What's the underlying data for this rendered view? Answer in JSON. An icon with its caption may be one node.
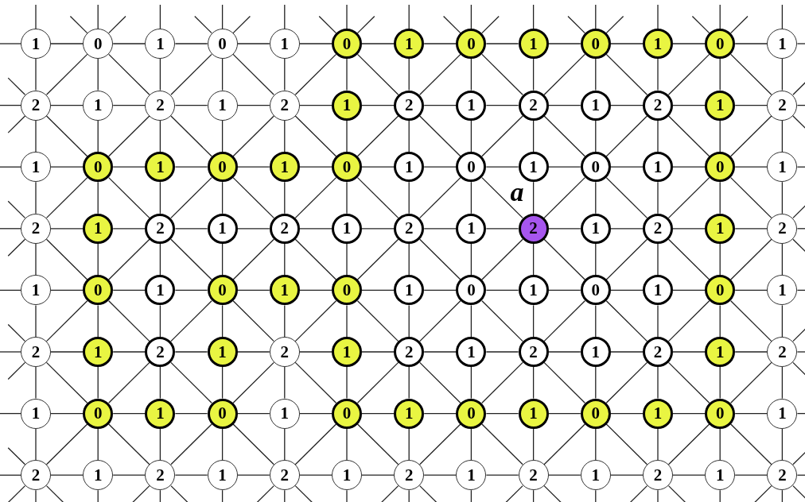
{
  "diagram": {
    "nodes": [
      {
        "text": [
          "1"
        ]
      },
      {
        "text": [
          "0"
        ]
      },
      {
        "text": [
          "1"
        ]
      },
      {
        "text": [
          "0"
        ]
      },
      {
        "text": [
          "1"
        ]
      },
      {
        "text": [
          "0"
        ]
      },
      {
        "text": [
          "1"
        ]
      },
      {
        "text": [
          "0"
        ]
      },
      {
        "text": [
          "1"
        ]
      },
      {
        "text": [
          "0"
        ]
      },
      {
        "text": [
          "1"
        ]
      },
      {
        "text": [
          "0"
        ]
      },
      {
        "text": [
          "1"
        ]
      },
      {
        "text": [
          "2"
        ]
      },
      {
        "text": [
          "1"
        ]
      },
      {
        "text": [
          "2"
        ]
      },
      {
        "text": [
          "1"
        ]
      },
      {
        "text": [
          "2"
        ]
      },
      {
        "text": [
          "1"
        ]
      },
      {
        "text": [
          "2"
        ]
      },
      {
        "text": [
          "1"
        ]
      },
      {
        "text": [
          "2"
        ]
      },
      {
        "text": [
          "1"
        ]
      },
      {
        "text": [
          "2"
        ]
      },
      {
        "text": [
          "1"
        ]
      },
      {
        "text": [
          "2"
        ]
      },
      {
        "text": [
          "1"
        ]
      },
      {
        "text": [
          "0"
        ]
      },
      {
        "text": [
          "1"
        ]
      },
      {
        "text": [
          "0"
        ]
      },
      {
        "text": [
          "1"
        ]
      },
      {
        "text": [
          "0"
        ]
      },
      {
        "text": [
          "1"
        ]
      },
      {
        "text": [
          "0"
        ]
      },
      {
        "text": [
          "1"
        ]
      },
      {
        "text": [
          "0"
        ]
      },
      {
        "text": [
          "1"
        ]
      },
      {
        "text": [
          "0"
        ]
      },
      {
        "text": [
          "1"
        ]
      },
      {
        "text": [
          "2"
        ]
      },
      {
        "text": [
          "1"
        ]
      },
      {
        "text": [
          "2"
        ]
      },
      {
        "text": [
          "1"
        ]
      },
      {
        "text": [
          "2"
        ]
      },
      {
        "text": [
          "1"
        ]
      },
      {
        "text": [
          "2"
        ]
      },
      {
        "text": [
          "1"
        ]
      },
      {
        "text": [
          "2"
        ],
        "beside": [
          "a"
        ]
      },
      {
        "text": [
          "1"
        ]
      },
      {
        "text": [
          "2"
        ]
      },
      {
        "text": [
          "1"
        ]
      },
      {
        "text": [
          "2"
        ]
      },
      {
        "text": [
          "1"
        ]
      },
      {
        "text": [
          "0"
        ]
      },
      {
        "text": [
          "1"
        ]
      },
      {
        "text": [
          "0"
        ]
      },
      {
        "text": [
          "1"
        ]
      },
      {
        "text": [
          "0"
        ]
      },
      {
        "text": [
          "1"
        ]
      },
      {
        "text": [
          "0"
        ]
      },
      {
        "text": [
          "1"
        ]
      },
      {
        "text": [
          "0"
        ]
      },
      {
        "text": [
          "1"
        ]
      },
      {
        "text": [
          "0"
        ]
      },
      {
        "text": [
          "1"
        ]
      },
      {
        "text": [
          "2"
        ]
      },
      {
        "text": [
          "1"
        ]
      },
      {
        "text": [
          "2"
        ]
      },
      {
        "text": [
          "1"
        ]
      },
      {
        "text": [
          "2"
        ]
      },
      {
        "text": [
          "1"
        ]
      },
      {
        "text": [
          "2"
        ]
      },
      {
        "text": [
          "1"
        ]
      },
      {
        "text": [
          "2"
        ]
      },
      {
        "text": [
          "1"
        ]
      },
      {
        "text": [
          "2"
        ]
      },
      {
        "text": [
          "1"
        ]
      },
      {
        "text": [
          "2"
        ]
      },
      {
        "text": [
          "1"
        ]
      },
      {
        "text": [
          "0"
        ]
      },
      {
        "text": [
          "1"
        ]
      },
      {
        "text": [
          "0"
        ]
      },
      {
        "text": [
          "1"
        ]
      },
      {
        "text": [
          "0"
        ]
      },
      {
        "text": [
          "1"
        ]
      },
      {
        "text": [
          "0"
        ]
      },
      {
        "text": [
          "1"
        ]
      },
      {
        "text": [
          "0"
        ]
      },
      {
        "text": [
          "1"
        ]
      },
      {
        "text": [
          "0"
        ]
      },
      {
        "text": [
          "1"
        ]
      },
      {
        "text": [
          "2"
        ]
      },
      {
        "text": [
          "1"
        ]
      },
      {
        "text": [
          "2"
        ]
      },
      {
        "text": [
          "1"
        ]
      },
      {
        "text": [
          "2"
        ]
      },
      {
        "text": [
          "1"
        ]
      },
      {
        "text": [
          "2"
        ]
      },
      {
        "text": [
          "1"
        ]
      },
      {
        "text": [
          "2"
        ]
      },
      {
        "text": [
          "1"
        ]
      },
      {
        "text": [
          "2"
        ]
      },
      {
        "text": [
          "1"
        ]
      },
      {
        "text": [
          "2"
        ]
      }
    ],
    "edges": [
      {
        "from": 0,
        "to": null,
        "arrow": "none"
      },
      {
        "from": 0,
        "to": null,
        "arrow": "none"
      },
      {
        "from": 0,
        "to": 1,
        "arrow": "none"
      },
      {
        "from": 0,
        "to": 13,
        "arrow": "none"
      },
      {
        "from": 1,
        "to": null,
        "arrow": "none"
      },
      {
        "from": 1,
        "to": null,
        "arrow": "none"
      },
      {
        "from": 1,
        "to": null,
        "arrow": "none"
      },
      {
        "from": 1,
        "to": 2,
        "arrow": "none"
      },
      {
        "from": 1,
        "to": 13,
        "arrow": "none"
      },
      {
        "from": 1,
        "to": 14,
        "arrow": "none"
      },
      {
        "from": 1,
        "to": 15,
        "arrow": "none"
      },
      {
        "from": 2,
        "to": null,
        "arrow": "none"
      },
      {
        "from": 2,
        "to": 3,
        "arrow": "none"
      },
      {
        "from": 2,
        "to": 15,
        "arrow": "none"
      },
      {
        "from": 3,
        "to": null,
        "arrow": "none"
      },
      {
        "from": 3,
        "to": null,
        "arrow": "none"
      },
      {
        "from": 3,
        "to": null,
        "arrow": "none"
      },
      {
        "from": 3,
        "to": 4,
        "arrow": "none"
      },
      {
        "from": 3,
        "to": 15,
        "arrow": "none"
      },
      {
        "from": 3,
        "to": 16,
        "arrow": "none"
      },
      {
        "from": 3,
        "to": 17,
        "arrow": "none"
      },
      {
        "from": 4,
        "to": null,
        "arrow": "none"
      },
      {
        "from": 4,
        "to": 5,
        "arrow": "none"
      },
      {
        "from": 4,
        "to": 17,
        "arrow": "none"
      },
      {
        "from": 5,
        "to": null,
        "arrow": "none"
      },
      {
        "from": 5,
        "to": null,
        "arrow": "none"
      },
      {
        "from": 5,
        "to": null,
        "arrow": "none"
      },
      {
        "from": 5,
        "to": 6,
        "arrow": "none"
      },
      {
        "from": 5,
        "to": 17,
        "arrow": "none"
      },
      {
        "from": 5,
        "to": 18,
        "arrow": "none"
      },
      {
        "from": 5,
        "to": 19,
        "arrow": "none"
      },
      {
        "from": 6,
        "to": null,
        "arrow": "none"
      },
      {
        "from": 6,
        "to": 7,
        "arrow": "none"
      },
      {
        "from": 6,
        "to": 19,
        "arrow": "none"
      },
      {
        "from": 7,
        "to": null,
        "arrow": "none"
      },
      {
        "from": 7,
        "to": null,
        "arrow": "none"
      },
      {
        "from": 7,
        "to": null,
        "arrow": "none"
      },
      {
        "from": 7,
        "to": 8,
        "arrow": "none"
      },
      {
        "from": 7,
        "to": 19,
        "arrow": "none"
      },
      {
        "from": 7,
        "to": 20,
        "arrow": "none"
      },
      {
        "from": 7,
        "to": 21,
        "arrow": "none"
      },
      {
        "from": 8,
        "to": null,
        "arrow": "none"
      },
      {
        "from": 8,
        "to": 9,
        "arrow": "none"
      },
      {
        "from": 8,
        "to": 21,
        "arrow": "none"
      },
      {
        "from": 9,
        "to": null,
        "arrow": "none"
      },
      {
        "from": 9,
        "to": null,
        "arrow": "none"
      },
      {
        "from": 9,
        "to": null,
        "arrow": "none"
      },
      {
        "from": 9,
        "to": 10,
        "arrow": "none"
      },
      {
        "from": 9,
        "to": 21,
        "arrow": "none"
      },
      {
        "from": 9,
        "to": 22,
        "arrow": "none"
      },
      {
        "from": 9,
        "to": 23,
        "arrow": "none"
      },
      {
        "from": 10,
        "to": null,
        "arrow": "none"
      },
      {
        "from": 10,
        "to": 11,
        "arrow": "none"
      },
      {
        "from": 10,
        "to": 23,
        "arrow": "none"
      },
      {
        "from": 11,
        "to": null,
        "arrow": "none"
      },
      {
        "from": 11,
        "to": null,
        "arrow": "none"
      },
      {
        "from": 11,
        "to": null,
        "arrow": "none"
      },
      {
        "from": 11,
        "to": 12,
        "arrow": "none"
      },
      {
        "from": 11,
        "to": 23,
        "arrow": "none"
      },
      {
        "from": 11,
        "to": 24,
        "arrow": "none"
      },
      {
        "from": 11,
        "to": 25,
        "arrow": "none"
      },
      {
        "from": 12,
        "to": null,
        "arrow": "none"
      },
      {
        "from": 12,
        "to": null,
        "arrow": "none"
      },
      {
        "from": 12,
        "to": 25,
        "arrow": "none"
      },
      {
        "from": 13,
        "to": null,
        "arrow": "none"
      },
      {
        "from": 13,
        "to": null,
        "arrow": "none"
      },
      {
        "from": 13,
        "to": null,
        "arrow": "none"
      },
      {
        "from": 13,
        "to": 14,
        "arrow": "none"
      },
      {
        "from": 13,
        "to": 26,
        "arrow": "none"
      },
      {
        "from": 13,
        "to": 27,
        "arrow": "none"
      },
      {
        "from": 14,
        "to": 15,
        "arrow": "none"
      },
      {
        "from": 14,
        "to": 27,
        "arrow": "none"
      },
      {
        "from": 15,
        "to": 16,
        "arrow": "none"
      },
      {
        "from": 15,
        "to": 27,
        "arrow": "none"
      },
      {
        "from": 15,
        "to": 28,
        "arrow": "none"
      },
      {
        "from": 15,
        "to": 29,
        "arrow": "none"
      },
      {
        "from": 16,
        "to": 17,
        "arrow": "none"
      },
      {
        "from": 16,
        "to": 29,
        "arrow": "none"
      },
      {
        "from": 17,
        "to": 18,
        "arrow": "none"
      },
      {
        "from": 17,
        "to": 29,
        "arrow": "none"
      },
      {
        "from": 17,
        "to": 30,
        "arrow": "none"
      },
      {
        "from": 17,
        "to": 31,
        "arrow": "none"
      },
      {
        "from": 18,
        "to": 19,
        "arrow": "none"
      },
      {
        "from": 18,
        "to": 31,
        "arrow": "none"
      },
      {
        "from": 19,
        "to": 20,
        "arrow": "none"
      },
      {
        "from": 19,
        "to": 31,
        "arrow": "none"
      },
      {
        "from": 19,
        "to": 32,
        "arrow": "none"
      },
      {
        "from": 19,
        "to": 33,
        "arrow": "none"
      },
      {
        "from": 20,
        "to": 21,
        "arrow": "none"
      },
      {
        "from": 20,
        "to": 33,
        "arrow": "none"
      },
      {
        "from": 21,
        "to": 22,
        "arrow": "none"
      },
      {
        "from": 21,
        "to": 33,
        "arrow": "none"
      },
      {
        "from": 21,
        "to": 34,
        "arrow": "none"
      },
      {
        "from": 21,
        "to": 35,
        "arrow": "none"
      },
      {
        "from": 22,
        "to": 23,
        "arrow": "none"
      },
      {
        "from": 22,
        "to": 35,
        "arrow": "none"
      },
      {
        "from": 23,
        "to": 24,
        "arrow": "none"
      },
      {
        "from": 23,
        "to": 35,
        "arrow": "none"
      },
      {
        "from": 23,
        "to": 36,
        "arrow": "none"
      },
      {
        "from": 23,
        "to": 37,
        "arrow": "none"
      },
      {
        "from": 24,
        "to": 25,
        "arrow": "none"
      },
      {
        "from": 24,
        "to": 37,
        "arrow": "none"
      },
      {
        "from": 25,
        "to": null,
        "arrow": "none"
      },
      {
        "from": 25,
        "to": null,
        "arrow": "none"
      },
      {
        "from": 25,
        "to": null,
        "arrow": "none"
      },
      {
        "from": 25,
        "to": 37,
        "arrow": "none"
      },
      {
        "from": 25,
        "to": 38,
        "arrow": "none"
      },
      {
        "from": 26,
        "to": null,
        "arrow": "none"
      },
      {
        "from": 26,
        "to": 27,
        "arrow": "none"
      },
      {
        "from": 26,
        "to": 39,
        "arrow": "none"
      },
      {
        "from": 27,
        "to": 28,
        "arrow": "none"
      },
      {
        "from": 27,
        "to": 39,
        "arrow": "none"
      },
      {
        "from": 27,
        "to": 40,
        "arrow": "none"
      },
      {
        "from": 27,
        "to": 41,
        "arrow": "none"
      },
      {
        "from": 28,
        "to": 29,
        "arrow": "none"
      },
      {
        "from": 28,
        "to": 41,
        "arrow": "none"
      },
      {
        "from": 29,
        "to": 30,
        "arrow": "none"
      },
      {
        "from": 29,
        "to": 41,
        "arrow": "none"
      },
      {
        "from": 29,
        "to": 42,
        "arrow": "none"
      },
      {
        "from": 29,
        "to": 43,
        "arrow": "none"
      },
      {
        "from": 30,
        "to": 31,
        "arrow": "none"
      },
      {
        "from": 30,
        "to": 43,
        "arrow": "none"
      },
      {
        "from": 31,
        "to": 32,
        "arrow": "none"
      },
      {
        "from": 31,
        "to": 43,
        "arrow": "none"
      },
      {
        "from": 31,
        "to": 44,
        "arrow": "none"
      },
      {
        "from": 31,
        "to": 45,
        "arrow": "none"
      },
      {
        "from": 32,
        "to": 33,
        "arrow": "none"
      },
      {
        "from": 32,
        "to": 45,
        "arrow": "none"
      },
      {
        "from": 33,
        "to": 34,
        "arrow": "none"
      },
      {
        "from": 33,
        "to": 45,
        "arrow": "none"
      },
      {
        "from": 33,
        "to": 46,
        "arrow": "none"
      },
      {
        "from": 33,
        "to": 47,
        "arrow": "none"
      },
      {
        "from": 34,
        "to": 35,
        "arrow": "none"
      },
      {
        "from": 34,
        "to": 47,
        "arrow": "none"
      },
      {
        "from": 35,
        "to": 36,
        "arrow": "none"
      },
      {
        "from": 35,
        "to": 47,
        "arrow": "none"
      },
      {
        "from": 35,
        "to": 48,
        "arrow": "none"
      },
      {
        "from": 35,
        "to": 49,
        "arrow": "none"
      },
      {
        "from": 36,
        "to": 37,
        "arrow": "none"
      },
      {
        "from": 36,
        "to": 49,
        "arrow": "none"
      },
      {
        "from": 37,
        "to": 38,
        "arrow": "none"
      },
      {
        "from": 37,
        "to": 49,
        "arrow": "none"
      },
      {
        "from": 37,
        "to": 50,
        "arrow": "none"
      },
      {
        "from": 37,
        "to": 51,
        "arrow": "none"
      },
      {
        "from": 38,
        "to": null,
        "arrow": "none"
      },
      {
        "from": 38,
        "to": 51,
        "arrow": "none"
      },
      {
        "from": 39,
        "to": null,
        "arrow": "none"
      },
      {
        "from": 39,
        "to": null,
        "arrow": "none"
      },
      {
        "from": 39,
        "to": null,
        "arrow": "none"
      },
      {
        "from": 39,
        "to": 40,
        "arrow": "none"
      },
      {
        "from": 39,
        "to": 52,
        "arrow": "none"
      },
      {
        "from": 39,
        "to": 53,
        "arrow": "none"
      },
      {
        "from": 40,
        "to": 41,
        "arrow": "none"
      },
      {
        "from": 40,
        "to": 53,
        "arrow": "none"
      },
      {
        "from": 41,
        "to": 42,
        "arrow": "none"
      },
      {
        "from": 41,
        "to": 53,
        "arrow": "none"
      },
      {
        "from": 41,
        "to": 54,
        "arrow": "none"
      },
      {
        "from": 41,
        "to": 55,
        "arrow": "none"
      },
      {
        "from": 42,
        "to": 43,
        "arrow": "none"
      },
      {
        "from": 42,
        "to": 55,
        "arrow": "none"
      },
      {
        "from": 43,
        "to": 44,
        "arrow": "none"
      },
      {
        "from": 43,
        "to": 55,
        "arrow": "none"
      },
      {
        "from": 43,
        "to": 56,
        "arrow": "none"
      },
      {
        "from": 43,
        "to": 57,
        "arrow": "none"
      },
      {
        "from": 44,
        "to": 45,
        "arrow": "none"
      },
      {
        "from": 44,
        "to": 57,
        "arrow": "none"
      },
      {
        "from": 45,
        "to": 46,
        "arrow": "none"
      },
      {
        "from": 45,
        "to": 57,
        "arrow": "none"
      },
      {
        "from": 45,
        "to": 58,
        "arrow": "none"
      },
      {
        "from": 45,
        "to": 59,
        "arrow": "none"
      },
      {
        "from": 46,
        "to": 47,
        "arrow": "none"
      },
      {
        "from": 46,
        "to": 59,
        "arrow": "none"
      },
      {
        "from": 47,
        "to": 48,
        "arrow": "none"
      },
      {
        "from": 47,
        "to": 59,
        "arrow": "none"
      },
      {
        "from": 47,
        "to": 60,
        "arrow": "none"
      },
      {
        "from": 47,
        "to": 61,
        "arrow": "none"
      },
      {
        "from": 48,
        "to": 49,
        "arrow": "none"
      },
      {
        "from": 48,
        "to": 61,
        "arrow": "none"
      },
      {
        "from": 49,
        "to": 50,
        "arrow": "none"
      },
      {
        "from": 49,
        "to": 61,
        "arrow": "none"
      },
      {
        "from": 49,
        "to": 62,
        "arrow": "none"
      },
      {
        "from": 49,
        "to": 63,
        "arrow": "none"
      },
      {
        "from": 50,
        "to": 51,
        "arrow": "none"
      },
      {
        "from": 50,
        "to": 63,
        "arrow": "none"
      },
      {
        "from": 51,
        "to": null,
        "arrow": "none"
      },
      {
        "from": 51,
        "to": null,
        "arrow": "none"
      },
      {
        "from": 51,
        "to": null,
        "arrow": "none"
      },
      {
        "from": 51,
        "to": 63,
        "arrow": "none"
      },
      {
        "from": 51,
        "to": 64,
        "arrow": "none"
      },
      {
        "from": 52,
        "to": null,
        "arrow": "none"
      },
      {
        "from": 52,
        "to": 53,
        "arrow": "none"
      },
      {
        "from": 52,
        "to": 65,
        "arrow": "none"
      },
      {
        "from": 53,
        "to": 54,
        "arrow": "none"
      },
      {
        "from": 53,
        "to": 65,
        "arrow": "none"
      },
      {
        "from": 53,
        "to": 66,
        "arrow": "none"
      },
      {
        "from": 53,
        "to": 67,
        "arrow": "none"
      },
      {
        "from": 54,
        "to": 55,
        "arrow": "none"
      },
      {
        "from": 54,
        "to": 67,
        "arrow": "none"
      },
      {
        "from": 55,
        "to": 56,
        "arrow": "none"
      },
      {
        "from": 55,
        "to": 67,
        "arrow": "none"
      },
      {
        "from": 55,
        "to": 68,
        "arrow": "none"
      },
      {
        "from": 55,
        "to": 69,
        "arrow": "none"
      },
      {
        "from": 56,
        "to": 57,
        "arrow": "none"
      },
      {
        "from": 56,
        "to": 69,
        "arrow": "none"
      },
      {
        "from": 57,
        "to": 58,
        "arrow": "none"
      },
      {
        "from": 57,
        "to": 69,
        "arrow": "none"
      },
      {
        "from": 57,
        "to": 70,
        "arrow": "none"
      },
      {
        "from": 57,
        "to": 71,
        "arrow": "none"
      },
      {
        "from": 58,
        "to": 59,
        "arrow": "none"
      },
      {
        "from": 58,
        "to": 71,
        "arrow": "none"
      },
      {
        "from": 59,
        "to": 60,
        "arrow": "none"
      },
      {
        "from": 59,
        "to": 71,
        "arrow": "none"
      },
      {
        "from": 59,
        "to": 72,
        "arrow": "none"
      },
      {
        "from": 59,
        "to": 73,
        "arrow": "none"
      },
      {
        "from": 60,
        "to": 61,
        "arrow": "none"
      },
      {
        "from": 60,
        "to": 73,
        "arrow": "none"
      },
      {
        "from": 61,
        "to": 62,
        "arrow": "none"
      },
      {
        "from": 61,
        "to": 73,
        "arrow": "none"
      },
      {
        "from": 61,
        "to": 74,
        "arrow": "none"
      },
      {
        "from": 61,
        "to": 75,
        "arrow": "none"
      },
      {
        "from": 62,
        "to": 63,
        "arrow": "none"
      },
      {
        "from": 62,
        "to": 75,
        "arrow": "none"
      },
      {
        "from": 63,
        "to": 64,
        "arrow": "none"
      },
      {
        "from": 63,
        "to": 75,
        "arrow": "none"
      },
      {
        "from": 63,
        "to": 76,
        "arrow": "none"
      },
      {
        "from": 63,
        "to": 77,
        "arrow": "none"
      },
      {
        "from": 64,
        "to": null,
        "arrow": "none"
      },
      {
        "from": 64,
        "to": 77,
        "arrow": "none"
      },
      {
        "from": 65,
        "to": null,
        "arrow": "none"
      },
      {
        "from": 65,
        "to": null,
        "arrow": "none"
      },
      {
        "from": 65,
        "to": null,
        "arrow": "none"
      },
      {
        "from": 65,
        "to": 66,
        "arrow": "none"
      },
      {
        "from": 65,
        "to": 78,
        "arrow": "none"
      },
      {
        "from": 65,
        "to": 79,
        "arrow": "none"
      },
      {
        "from": 66,
        "to": 67,
        "arrow": "none"
      },
      {
        "from": 66,
        "to": 79,
        "arrow": "none"
      },
      {
        "from": 67,
        "to": 68,
        "arrow": "none"
      },
      {
        "from": 67,
        "to": 79,
        "arrow": "none"
      },
      {
        "from": 67,
        "to": 80,
        "arrow": "none"
      },
      {
        "from": 67,
        "to": 81,
        "arrow": "none"
      },
      {
        "from": 68,
        "to": 69,
        "arrow": "none"
      },
      {
        "from": 68,
        "to": 81,
        "arrow": "none"
      },
      {
        "from": 69,
        "to": 70,
        "arrow": "none"
      },
      {
        "from": 69,
        "to": 81,
        "arrow": "none"
      },
      {
        "from": 69,
        "to": 82,
        "arrow": "none"
      },
      {
        "from": 69,
        "to": 83,
        "arrow": "none"
      },
      {
        "from": 70,
        "to": 71,
        "arrow": "none"
      },
      {
        "from": 70,
        "to": 83,
        "arrow": "none"
      },
      {
        "from": 71,
        "to": 72,
        "arrow": "none"
      },
      {
        "from": 71,
        "to": 83,
        "arrow": "none"
      },
      {
        "from": 71,
        "to": 84,
        "arrow": "none"
      },
      {
        "from": 71,
        "to": 85,
        "arrow": "none"
      },
      {
        "from": 72,
        "to": 73,
        "arrow": "none"
      },
      {
        "from": 72,
        "to": 85,
        "arrow": "none"
      },
      {
        "from": 73,
        "to": 74,
        "arrow": "none"
      },
      {
        "from": 73,
        "to": 85,
        "arrow": "none"
      },
      {
        "from": 73,
        "to": 86,
        "arrow": "none"
      },
      {
        "from": 73,
        "to": 87,
        "arrow": "none"
      },
      {
        "from": 74,
        "to": 75,
        "arrow": "none"
      },
      {
        "from": 74,
        "to": 87,
        "arrow": "none"
      },
      {
        "from": 75,
        "to": 76,
        "arrow": "none"
      },
      {
        "from": 75,
        "to": 87,
        "arrow": "none"
      },
      {
        "from": 75,
        "to": 88,
        "arrow": "none"
      },
      {
        "from": 75,
        "to": 89,
        "arrow": "none"
      },
      {
        "from": 76,
        "to": 77,
        "arrow": "none"
      },
      {
        "from": 76,
        "to": 89,
        "arrow": "none"
      },
      {
        "from": 77,
        "to": null,
        "arrow": "none"
      },
      {
        "from": 77,
        "to": null,
        "arrow": "none"
      },
      {
        "from": 77,
        "to": null,
        "arrow": "none"
      },
      {
        "from": 77,
        "to": 89,
        "arrow": "none"
      },
      {
        "from": 77,
        "to": 90,
        "arrow": "none"
      },
      {
        "from": 78,
        "to": null,
        "arrow": "none"
      },
      {
        "from": 78,
        "to": 79,
        "arrow": "none"
      },
      {
        "from": 78,
        "to": 91,
        "arrow": "none"
      },
      {
        "from": 79,
        "to": 80,
        "arrow": "none"
      },
      {
        "from": 79,
        "to": 91,
        "arrow": "none"
      },
      {
        "from": 79,
        "to": 92,
        "arrow": "none"
      },
      {
        "from": 79,
        "to": 93,
        "arrow": "none"
      },
      {
        "from": 80,
        "to": 81,
        "arrow": "none"
      },
      {
        "from": 80,
        "to": 93,
        "arrow": "none"
      },
      {
        "from": 81,
        "to": 82,
        "arrow": "none"
      },
      {
        "from": 81,
        "to": 93,
        "arrow": "none"
      },
      {
        "from": 81,
        "to": 94,
        "arrow": "none"
      },
      {
        "from": 81,
        "to": 95,
        "arrow": "none"
      },
      {
        "from": 82,
        "to": 83,
        "arrow": "none"
      },
      {
        "from": 82,
        "to": 95,
        "arrow": "none"
      },
      {
        "from": 83,
        "to": 84,
        "arrow": "none"
      },
      {
        "from": 83,
        "to": 95,
        "arrow": "none"
      },
      {
        "from": 83,
        "to": 96,
        "arrow": "none"
      },
      {
        "from": 83,
        "to": 97,
        "arrow": "none"
      },
      {
        "from": 84,
        "to": 85,
        "arrow": "none"
      },
      {
        "from": 84,
        "to": 97,
        "arrow": "none"
      },
      {
        "from": 85,
        "to": 86,
        "arrow": "none"
      },
      {
        "from": 85,
        "to": 97,
        "arrow": "none"
      },
      {
        "from": 85,
        "to": 98,
        "arrow": "none"
      },
      {
        "from": 85,
        "to": 99,
        "arrow": "none"
      },
      {
        "from": 86,
        "to": 87,
        "arrow": "none"
      },
      {
        "from": 86,
        "to": 99,
        "arrow": "none"
      },
      {
        "from": 87,
        "to": 88,
        "arrow": "none"
      },
      {
        "from": 87,
        "to": 99,
        "arrow": "none"
      },
      {
        "from": 87,
        "to": 100,
        "arrow": "none"
      },
      {
        "from": 87,
        "to": 101,
        "arrow": "none"
      },
      {
        "from": 88,
        "to": 89,
        "arrow": "none"
      },
      {
        "from": 88,
        "to": 101,
        "arrow": "none"
      },
      {
        "from": 89,
        "to": 90,
        "arrow": "none"
      },
      {
        "from": 89,
        "to": 101,
        "arrow": "none"
      },
      {
        "from": 89,
        "to": 102,
        "arrow": "none"
      },
      {
        "from": 89,
        "to": 103,
        "arrow": "none"
      },
      {
        "from": 90,
        "to": null,
        "arrow": "none"
      },
      {
        "from": 90,
        "to": 103,
        "arrow": "none"
      },
      {
        "from": 91,
        "to": null,
        "arrow": "none"
      },
      {
        "from": 91,
        "to": null,
        "arrow": "none"
      },
      {
        "from": 91,
        "to": null,
        "arrow": "none"
      },
      {
        "from": 91,
        "to": null,
        "arrow": "none"
      },
      {
        "from": 91,
        "to": null,
        "arrow": "none"
      },
      {
        "from": 91,
        "to": 92,
        "arrow": "none"
      },
      {
        "from": 92,
        "to": null,
        "arrow": "none"
      },
      {
        "from": 92,
        "to": 93,
        "arrow": "none"
      },
      {
        "from": 93,
        "to": null,
        "arrow": "none"
      },
      {
        "from": 93,
        "to": null,
        "arrow": "none"
      },
      {
        "from": 93,
        "to": null,
        "arrow": "none"
      },
      {
        "from": 93,
        "to": 94,
        "arrow": "none"
      },
      {
        "from": 94,
        "to": null,
        "arrow": "none"
      },
      {
        "from": 94,
        "to": 95,
        "arrow": "none"
      },
      {
        "from": 95,
        "to": null,
        "arrow": "none"
      },
      {
        "from": 95,
        "to": null,
        "arrow": "none"
      },
      {
        "from": 95,
        "to": null,
        "arrow": "none"
      },
      {
        "from": 95,
        "to": 96,
        "arrow": "none"
      },
      {
        "from": 96,
        "to": null,
        "arrow": "none"
      },
      {
        "from": 96,
        "to": 97,
        "arrow": "none"
      },
      {
        "from": 97,
        "to": null,
        "arrow": "none"
      },
      {
        "from": 97,
        "to": null,
        "arrow": "none"
      },
      {
        "from": 97,
        "to": null,
        "arrow": "none"
      },
      {
        "from": 97,
        "to": 98,
        "arrow": "none"
      },
      {
        "from": 98,
        "to": null,
        "arrow": "none"
      },
      {
        "from": 98,
        "to": 99,
        "arrow": "none"
      },
      {
        "from": 99,
        "to": null,
        "arrow": "none"
      },
      {
        "from": 99,
        "to": null,
        "arrow": "none"
      },
      {
        "from": 99,
        "to": null,
        "arrow": "none"
      },
      {
        "from": 99,
        "to": 100,
        "arrow": "none"
      },
      {
        "from": 100,
        "to": null,
        "arrow": "none"
      },
      {
        "from": 100,
        "to": 101,
        "arrow": "none"
      },
      {
        "from": 101,
        "to": null,
        "arrow": "none"
      },
      {
        "from": 101,
        "to": null,
        "arrow": "none"
      },
      {
        "from": 101,
        "to": null,
        "arrow": "none"
      },
      {
        "from": 101,
        "to": 102,
        "arrow": "none"
      },
      {
        "from": 102,
        "to": null,
        "arrow": "none"
      },
      {
        "from": 102,
        "to": 103,
        "arrow": "none"
      },
      {
        "from": 103,
        "to": null,
        "arrow": "none"
      },
      {
        "from": 103,
        "to": null,
        "arrow": "none"
      },
      {
        "from": 103,
        "to": null,
        "arrow": "none"
      },
      {
        "from": 103,
        "to": null,
        "arrow": "none"
      },
      {
        "from": 103,
        "to": null,
        "arrow": "none"
      }
    ]
  }
}
